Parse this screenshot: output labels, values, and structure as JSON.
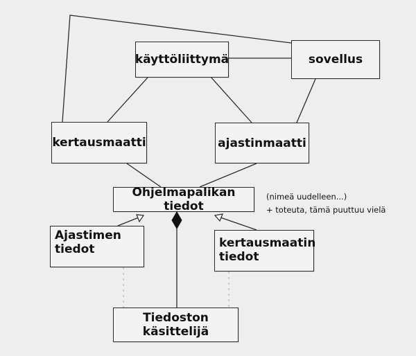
{
  "diagram": {
    "boxes": {
      "kayttoliittyma": "käyttöliittymä",
      "sovellus": "sovellus",
      "kertausmaatti": "kertausmaatti",
      "ajastinmaatti": "ajastinmaatti",
      "ohjelmapalikan_tiedot": "Ohjelmapalikan tiedot",
      "ajastimen_tiedot": "Ajastimen\ntiedot",
      "kertausmaatin_tiedot": "kertausmaatin\n tiedot",
      "tiedoston_kasittelija": "Tiedoston käsittelijä"
    },
    "notes": {
      "line1": "(nimeä uudelleen...)",
      "line2": "+ toteuta, tämä puuttuu vielä"
    },
    "colors": {
      "line": "#2a2a2a",
      "background": "#eeeeee",
      "box_fill": "#f3f3f3"
    }
  }
}
